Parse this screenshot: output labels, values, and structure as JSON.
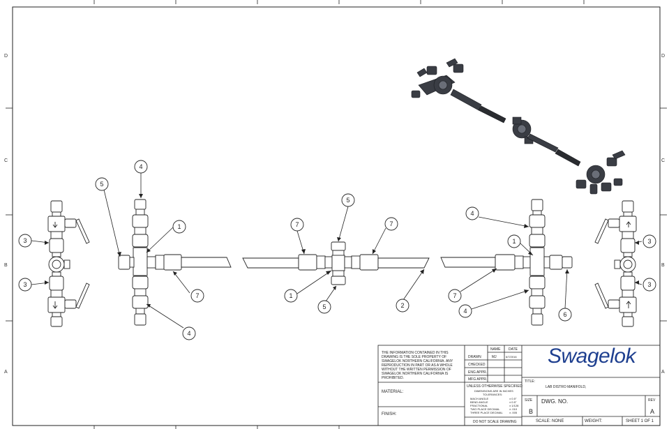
{
  "zones": {
    "left": [
      "D",
      "C",
      "B",
      "A"
    ],
    "right": [
      "D",
      "C",
      "B",
      "A"
    ]
  },
  "balloons": {
    "left_valve_top": "3",
    "left_valve_bottom": "3",
    "lcross_top": "4",
    "lcross_left": "5",
    "lcross_center": "1",
    "lcross_tube": "7",
    "lcross_bottom": "4",
    "mid_left": "7",
    "mid_top": "5",
    "mid_right": "7",
    "mid_center": "1",
    "mid_bottom": "5",
    "mid_tube": "2",
    "rcross_top": "4",
    "rcross_center": "1",
    "rcross_tube": "7",
    "rcross_bottom": "4",
    "rcross_right": "6",
    "right_valve_top": "3",
    "right_valve_bottom": "3"
  },
  "title_block": {
    "proprietary": [
      "THE INFORMATION CONTAINED IN THIS",
      "DRAWING IS THE SOLE PROPERTY OF",
      "SWAGELOK NORTHERN CALIFORNIA. ANY",
      "REPRODUCTION IN PART OR AS A WHOLE",
      "WITHOUT THE WRITTEN PERMISSION OF",
      "SWAGELOK NORTHERN CALIFORNIA IS",
      "PROHIBITED."
    ],
    "col_name": "NAME",
    "col_date": "DATE",
    "rows": [
      {
        "label": "DRAWN",
        "name": "MJ",
        "date": "6/7/2016"
      },
      {
        "label": "CHECKED",
        "name": "",
        "date": ""
      },
      {
        "label": "ENG APPR.",
        "name": "",
        "date": ""
      },
      {
        "label": "MFG APPR.",
        "name": "",
        "date": ""
      }
    ],
    "unless": "UNLESS OTHERWISE SPECIFIED:",
    "dims": "DIMENSIONS ARE IN INCHES",
    "tolerances": "TOLERANCES:",
    "tol_rows": [
      {
        "label": "MACH ANGLE",
        "value": "± 0.5°"
      },
      {
        "label": "BEND ANGLE",
        "value": "± 0.5°"
      },
      {
        "label": "FRACTIONAL",
        "value": "± 1/128"
      },
      {
        "label": "TWO PLACE DECIMAL",
        "value": "± .010"
      },
      {
        "label": "THREE PLACE DECIMAL",
        "value": "± .005"
      }
    ],
    "material": "MATERIAL:",
    "finish": "FINISH:",
    "do_not_scale": "DO NOT SCALE DRAWING",
    "logo": "Swagelok",
    "title_label": "TITLE:",
    "title_value": "LAB DISTRO MANIFOLD,",
    "size_label": "SIZE",
    "size_value": "B",
    "dwg_label": "DWG.  NO.",
    "rev_label": "REV",
    "rev_value": "A",
    "scale": "SCALE: NONE",
    "weight": "WEIGHT:",
    "sheet": "SHEET 1 OF 1"
  },
  "colors": {
    "line": "#222222",
    "logo": "#1e3f8f",
    "render": "#3a3d44"
  }
}
